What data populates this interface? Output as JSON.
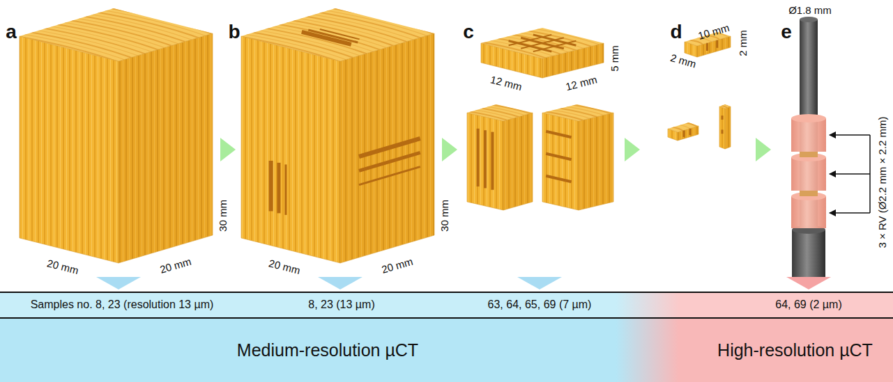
{
  "diagram": {
    "nodes": [
      {
        "text": [
          "Medium-resolution µCT"
        ]
      },
      {
        "text": [
          "High-resolution µCT"
        ]
      }
    ],
    "labels": [
      "a",
      "b",
      "c",
      "d",
      "e",
      "20 mm",
      "20 mm",
      "30 mm",
      "20 mm",
      "20 mm",
      "30 mm",
      "12 mm",
      "12 mm",
      "5 mm",
      "10 mm",
      "2 mm",
      "2 mm",
      "Ø1.8 mm",
      "3 × RV (Ø2.2 mm × 2.2 mm)",
      "Samples no. 8, 23 (resolution 13 µm)",
      "8, 23 (13 µm)",
      "63, 64, 65, 69 (7 µm)",
      "64, 69 (2 µm)"
    ]
  }
}
